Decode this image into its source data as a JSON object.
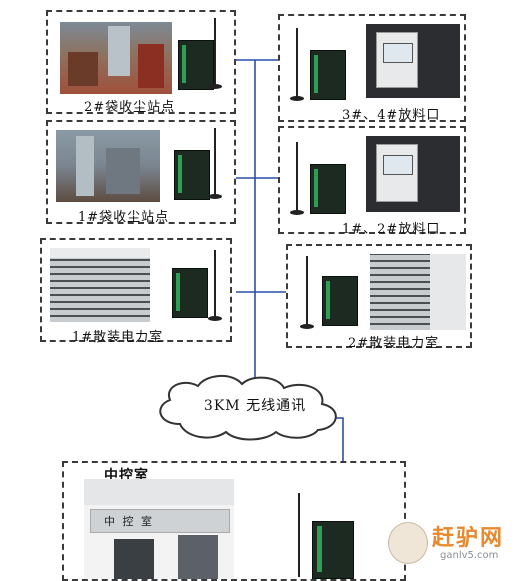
{
  "stations": {
    "bag_dust_2": {
      "caption": "2#袋收尘站点"
    },
    "bag_dust_1": {
      "caption": "1#袋收尘站点"
    },
    "discharge_34": {
      "caption": "3#、4#放料口"
    },
    "discharge_12": {
      "caption": "1#、2#放料口"
    },
    "bulk_power_1": {
      "caption": "1#散装电力室"
    },
    "bulk_power_2": {
      "caption": "2#散装电力室"
    }
  },
  "wireless": {
    "label": "3KM 无线通讯"
  },
  "control_room": {
    "title": "中控室",
    "sign_text": "中 控 室"
  },
  "watermark": {
    "brand": "赶驴网",
    "url": "ganlv5.com"
  },
  "colors": {
    "link_line": "#2b4fa8",
    "panel_border": "#3a3a3a"
  }
}
